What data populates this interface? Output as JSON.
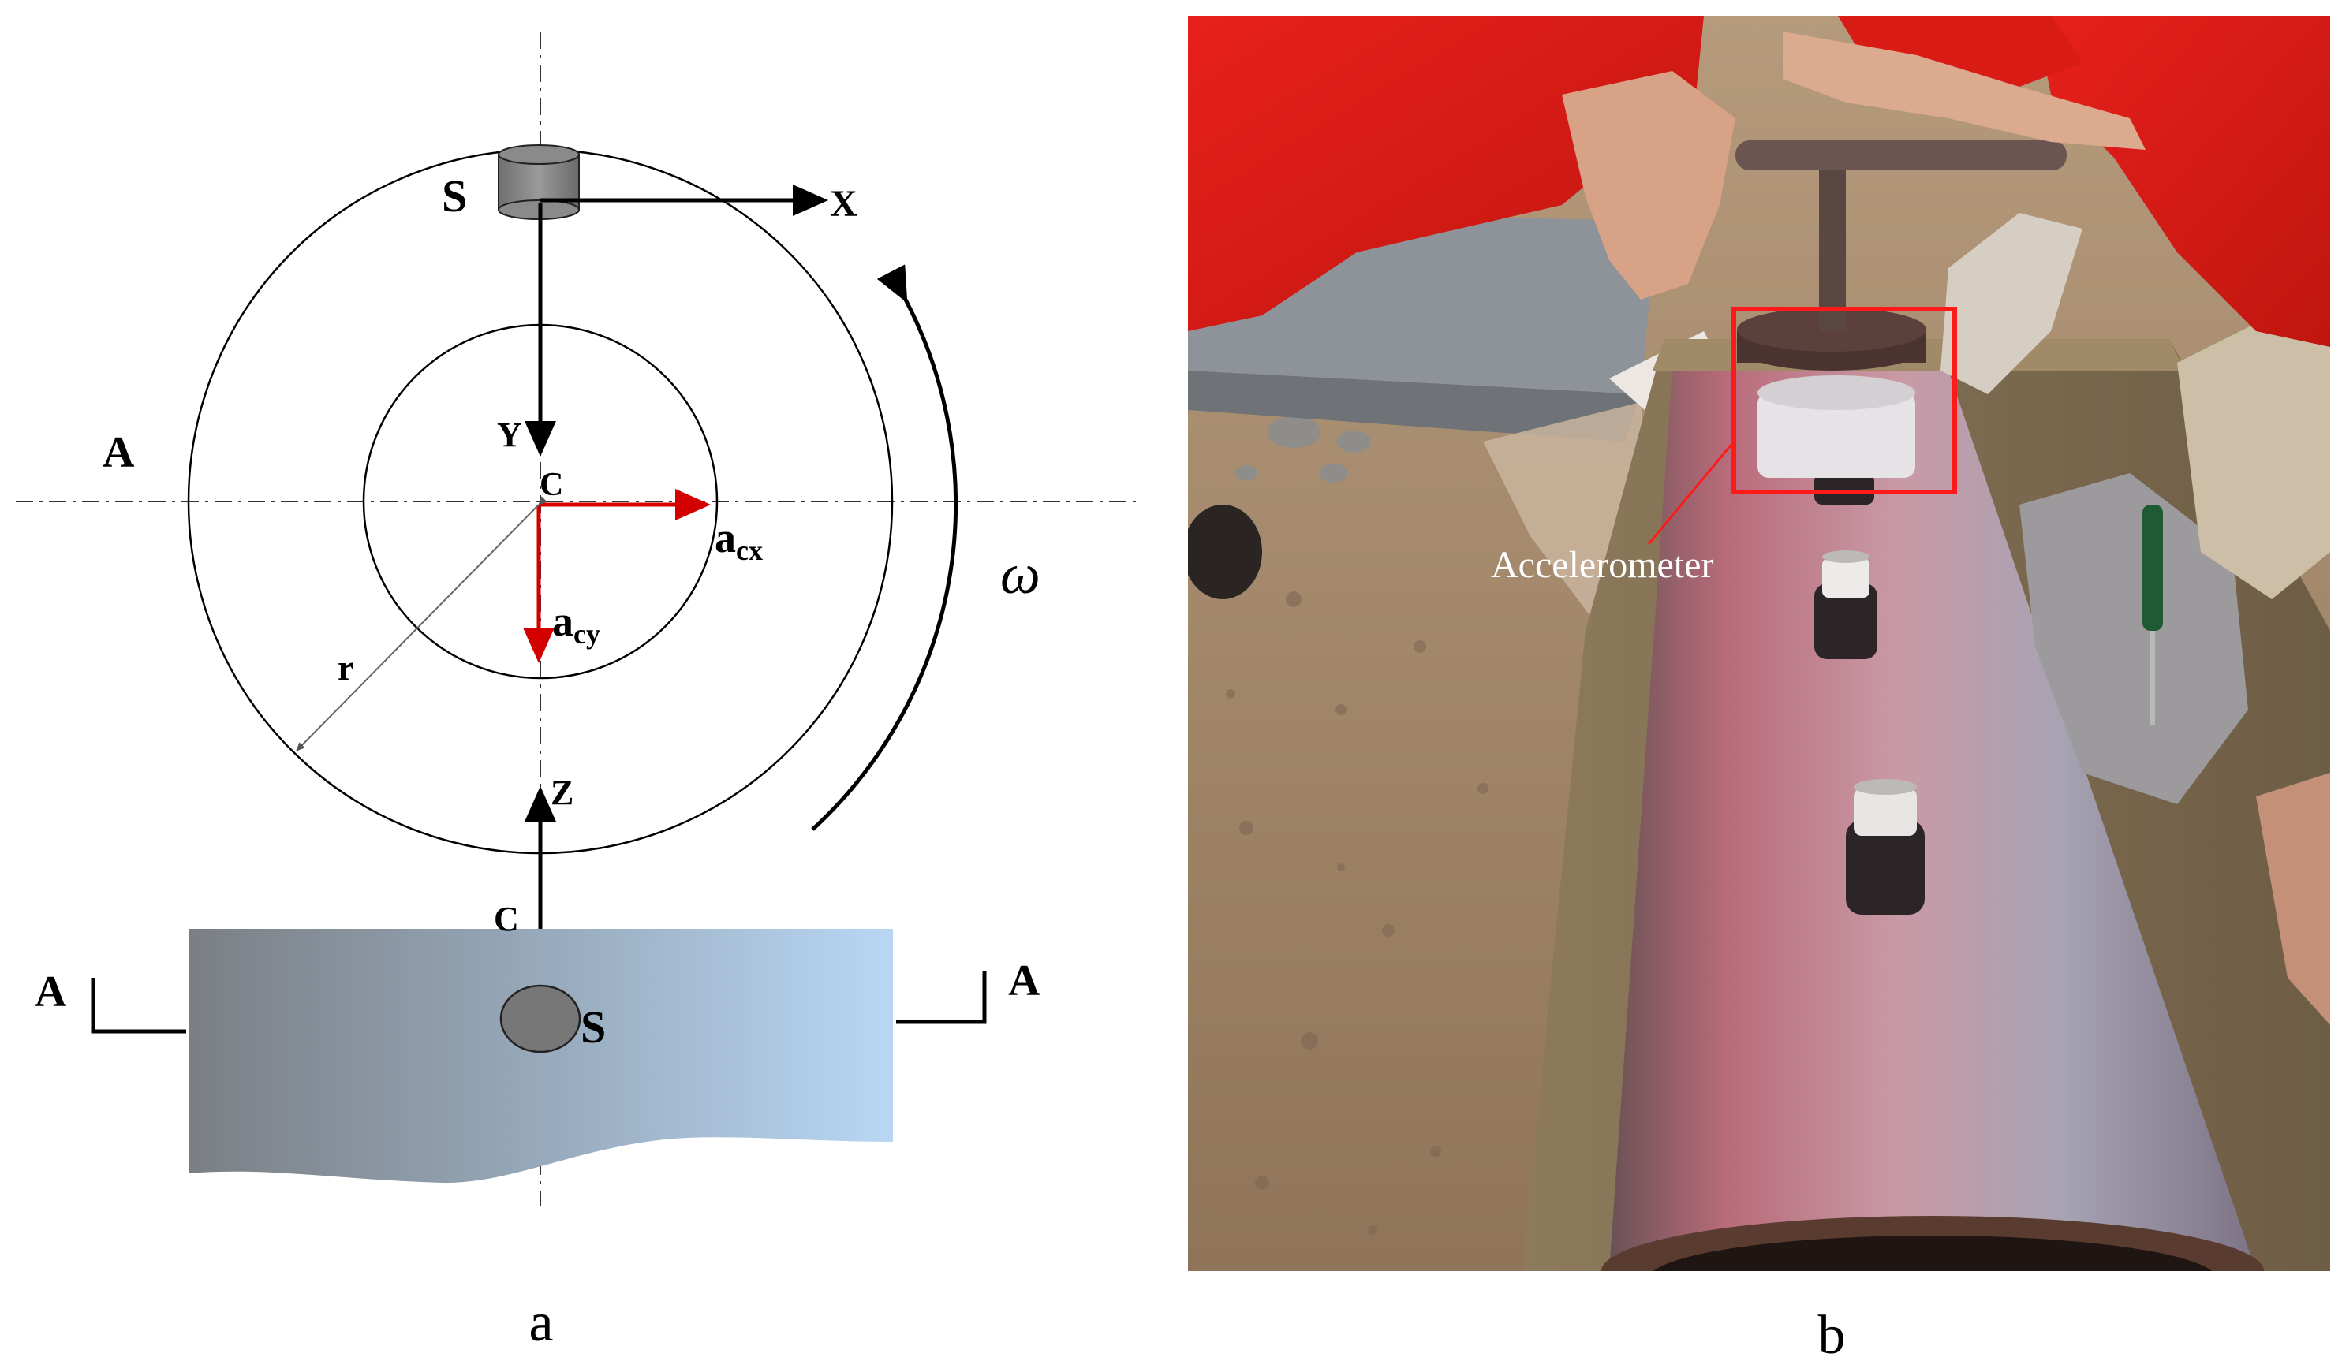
{
  "panel_a": {
    "caption": "a",
    "label_S_top": "S",
    "label_X": "X",
    "label_Y": "Y",
    "label_A_left": "A",
    "label_C_center": "C",
    "label_acx_main": "a",
    "label_acx_sub": "cx",
    "label_acy_main": "a",
    "label_acy_sub": "cy",
    "label_r": "r",
    "label_omega": "ω",
    "label_Z": "Z",
    "label_C_lower": "C",
    "label_A_section_left": "A",
    "label_A_section_right": "A",
    "label_S_lower": "S",
    "colors": {
      "vector_black": "#000000",
      "vector_red": "#d40000",
      "beam_left": "#7b7f84",
      "beam_right": "#b8d7f4"
    }
  },
  "panel_b": {
    "caption": "b",
    "annotation": "Accelerometer",
    "colors": {
      "highlight_box": "#ff1a1a",
      "annotation_text": "#ffffff"
    }
  }
}
